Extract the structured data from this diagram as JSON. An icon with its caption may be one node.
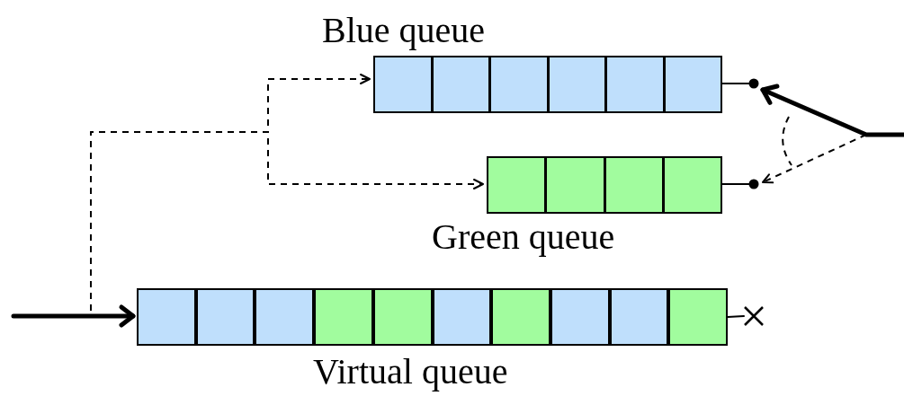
{
  "diagram": {
    "nodes": [
      {
        "text": [
          "Blue queue"
        ]
      },
      {
        "text": [
          "Green queue"
        ]
      },
      {
        "text": [
          "Virtual queue"
        ]
      },
      {
        "text": [],
        "shape": "cross"
      }
    ],
    "edges": [
      {
        "from": null,
        "to": 2,
        "arrow": "to",
        "style": "thick"
      },
      {
        "from": null,
        "to": 0,
        "arrow": "to",
        "style": "dashed"
      },
      {
        "from": null,
        "to": 1,
        "arrow": "to",
        "style": "dashed"
      },
      {
        "from": null,
        "to": 0,
        "arrow": "to",
        "style": "thick"
      },
      {
        "from": null,
        "to": 1,
        "arrow": "to",
        "style": "dashed"
      },
      {
        "from": 2,
        "to": 3,
        "arrow": "none"
      }
    ]
  }
}
